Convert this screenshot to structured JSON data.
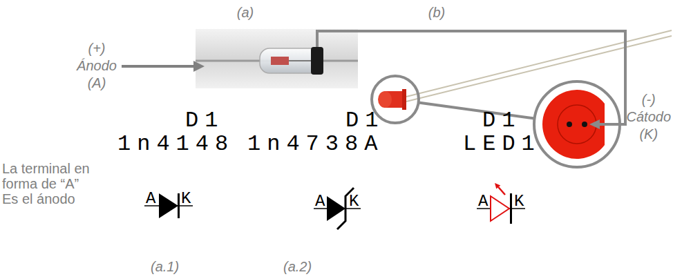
{
  "diagram": {
    "labels": [
      "(a)",
      "(b)",
      "(+) Ánodo (A)",
      "(-) Cátodo (K)",
      "D1",
      "1n4148",
      "D1",
      "1n4738A",
      "D1",
      "LED1",
      "La terminal en forma de “A” Es el ánodo",
      "A",
      "K",
      "A",
      "K",
      "A",
      "K",
      "(a.1)",
      "(a.2)"
    ]
  }
}
